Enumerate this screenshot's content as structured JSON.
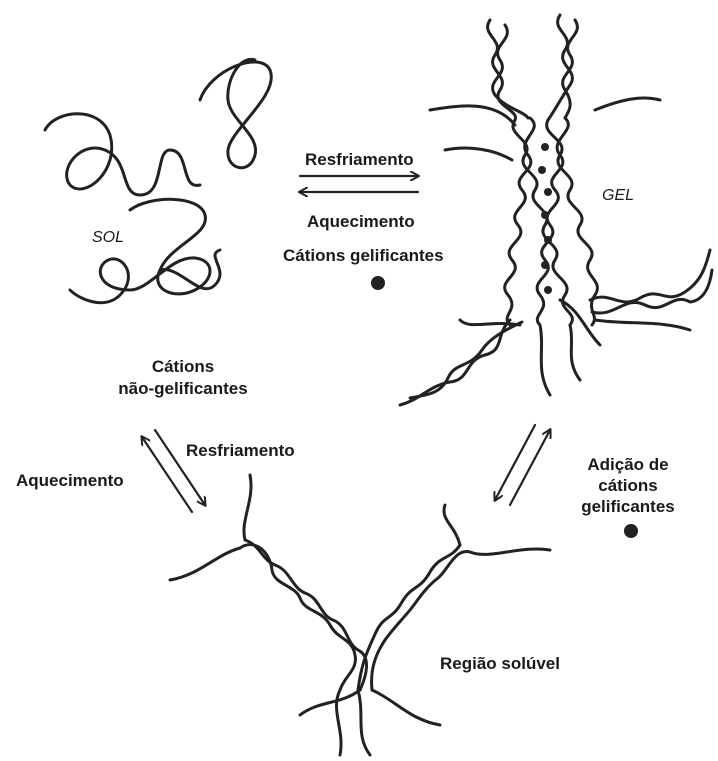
{
  "labels": {
    "sol": "SOL",
    "gel": "GEL",
    "top_forward": "Resfriamento",
    "top_backward": "Aquecimento",
    "top_cations": "Cátions gelificantes",
    "non_gelling_line1": "Cátions",
    "non_gelling_line2": "não-gelificantes",
    "left_forward": "Resfriamento",
    "left_backward": "Aquecimento",
    "right_line1": "Adição de",
    "right_line2": "cátions",
    "right_line3": "gelificantes",
    "soluble_region": "Região solúvel"
  },
  "colors": {
    "ink": "#222222",
    "background": "#ffffff"
  }
}
